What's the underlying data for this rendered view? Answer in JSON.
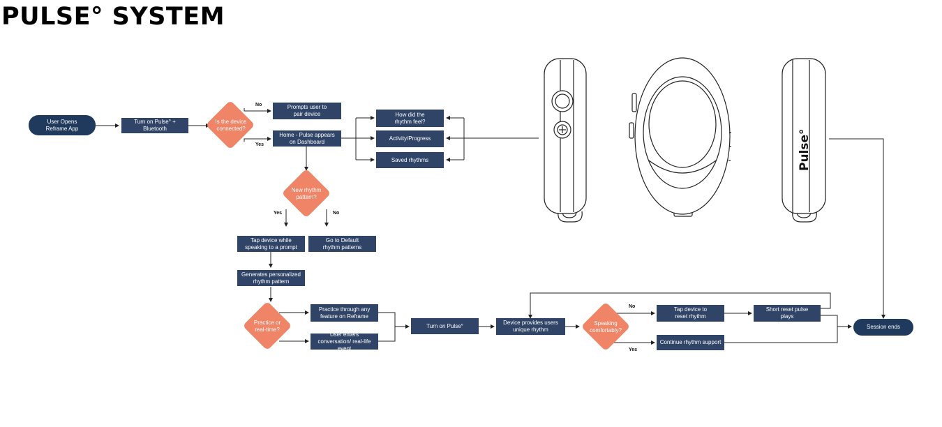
{
  "title": "PULSE° SYSTEM",
  "nodes": {
    "user_opens": "User Opens Reframe App",
    "turn_on_bt": "Turn on Pulse° + Bluetooth",
    "is_connected": "Is the device connected?",
    "prompts_pair": "Prompts user to pair device",
    "home_dashboard": "Home - Pulse appears on Dashboard",
    "rhythm_feel": "How did the rhythm feel?",
    "activity": "Activity/Progress",
    "saved": "Saved rhythms",
    "new_pattern": "New rhythm pattern?",
    "tap_prompt": "Tap device while speaking to a prompt",
    "default_patterns": "Go to Default rhythm patterns",
    "generates": "Generates personalized rhythm pattern",
    "practice_realtime": "Practice or real-time?",
    "practice_feature": "Practice through any feature on Reframe",
    "enters_conversation": "User enters conversation/ real-life event",
    "turn_on_pulse": "Turn on Pulse°",
    "provides_rhythm": "Device provides users unique rhythm",
    "speaking": "Speaking comfortably?",
    "tap_reset": "Tap device to reset rhythm",
    "reset_pulse": "Short reset pulse plays",
    "continue_support": "Continue rhythm support",
    "session_ends": "Session ends"
  },
  "edges": {
    "no": "No",
    "yes": "Yes"
  },
  "device_brand": "Pulse°",
  "colors": {
    "box": "#2f4466",
    "pill": "#1f3a5c",
    "decision": "#ef8467",
    "line": "#222222"
  }
}
